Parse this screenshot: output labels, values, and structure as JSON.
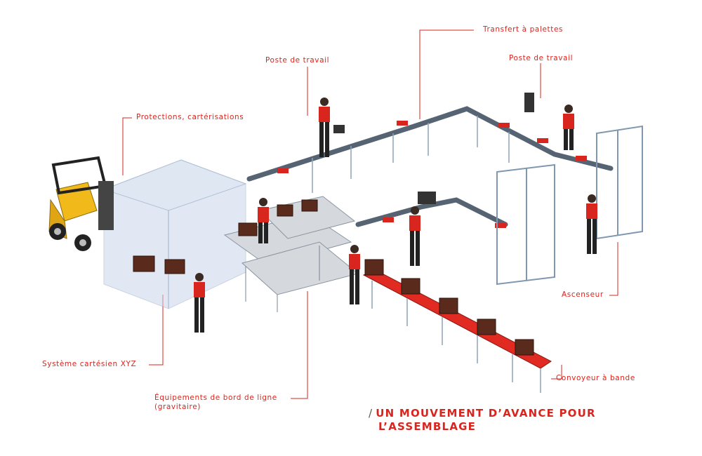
{
  "labels": {
    "transfert_palettes": "Transfert à palettes",
    "poste_travail_1": "Poste de travail",
    "poste_travail_2": "Poste de travail",
    "protections": "Protections, cartérisations",
    "ascenseur": "Ascenseur",
    "systeme_cartesien": "Système cartésien XYZ",
    "equipements_line1": "Équipements de bord de ligne",
    "equipements_line2": "(gravitaire)",
    "convoyeur": "Convoyeur à bande"
  },
  "caption": {
    "slash": "/",
    "line1": "UN MOUVEMENT D’AVANCE POUR",
    "line2": "L’ASSEMBLAGE"
  },
  "colors": {
    "accent": "#d8261f",
    "frame": "#7f97b0",
    "forklift": "#f2b91a",
    "box": "#5a2a1c"
  }
}
